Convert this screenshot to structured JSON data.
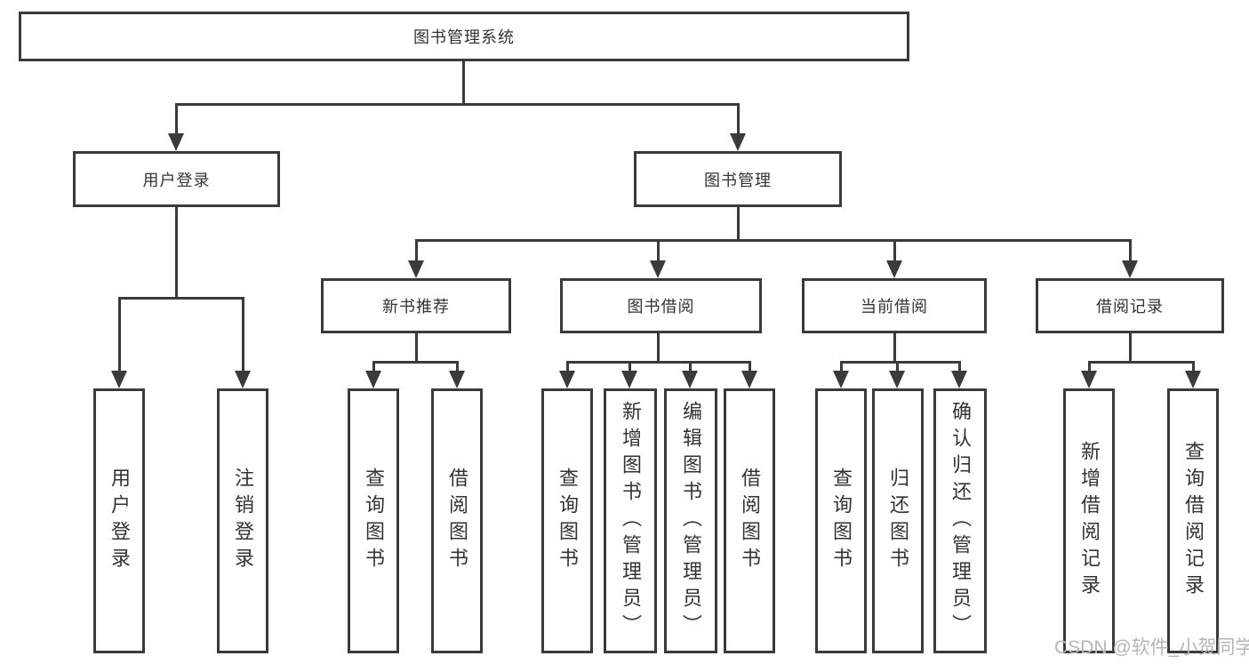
{
  "tree": {
    "label": "图书管理系统",
    "children": [
      {
        "label": "用户登录",
        "children": [
          {
            "label": "用户登录"
          },
          {
            "label": "注销登录"
          }
        ]
      },
      {
        "label": "图书管理",
        "children": [
          {
            "label": "新书推荐",
            "children": [
              {
                "label": "查询图书"
              },
              {
                "label": "借阅图书"
              }
            ]
          },
          {
            "label": "图书借阅",
            "children": [
              {
                "label": "查询图书"
              },
              {
                "label": "新增图书（管理员）"
              },
              {
                "label": "编辑图书（管理员）"
              },
              {
                "label": "借阅图书"
              }
            ]
          },
          {
            "label": "当前借阅",
            "children": [
              {
                "label": "查询图书"
              },
              {
                "label": "归还图书"
              },
              {
                "label": "确认归还（管理员）"
              }
            ]
          },
          {
            "label": "借阅记录",
            "children": [
              {
                "label": "新增借阅记录"
              },
              {
                "label": "查询借阅记录"
              }
            ]
          }
        ]
      }
    ]
  },
  "watermark": {
    "text": "CSDN @软件_小贺同学"
  },
  "colors": {
    "line": "#3a3a3a",
    "text": "#333333",
    "watermark": "#b6b6b6",
    "background": "#ffffff"
  }
}
